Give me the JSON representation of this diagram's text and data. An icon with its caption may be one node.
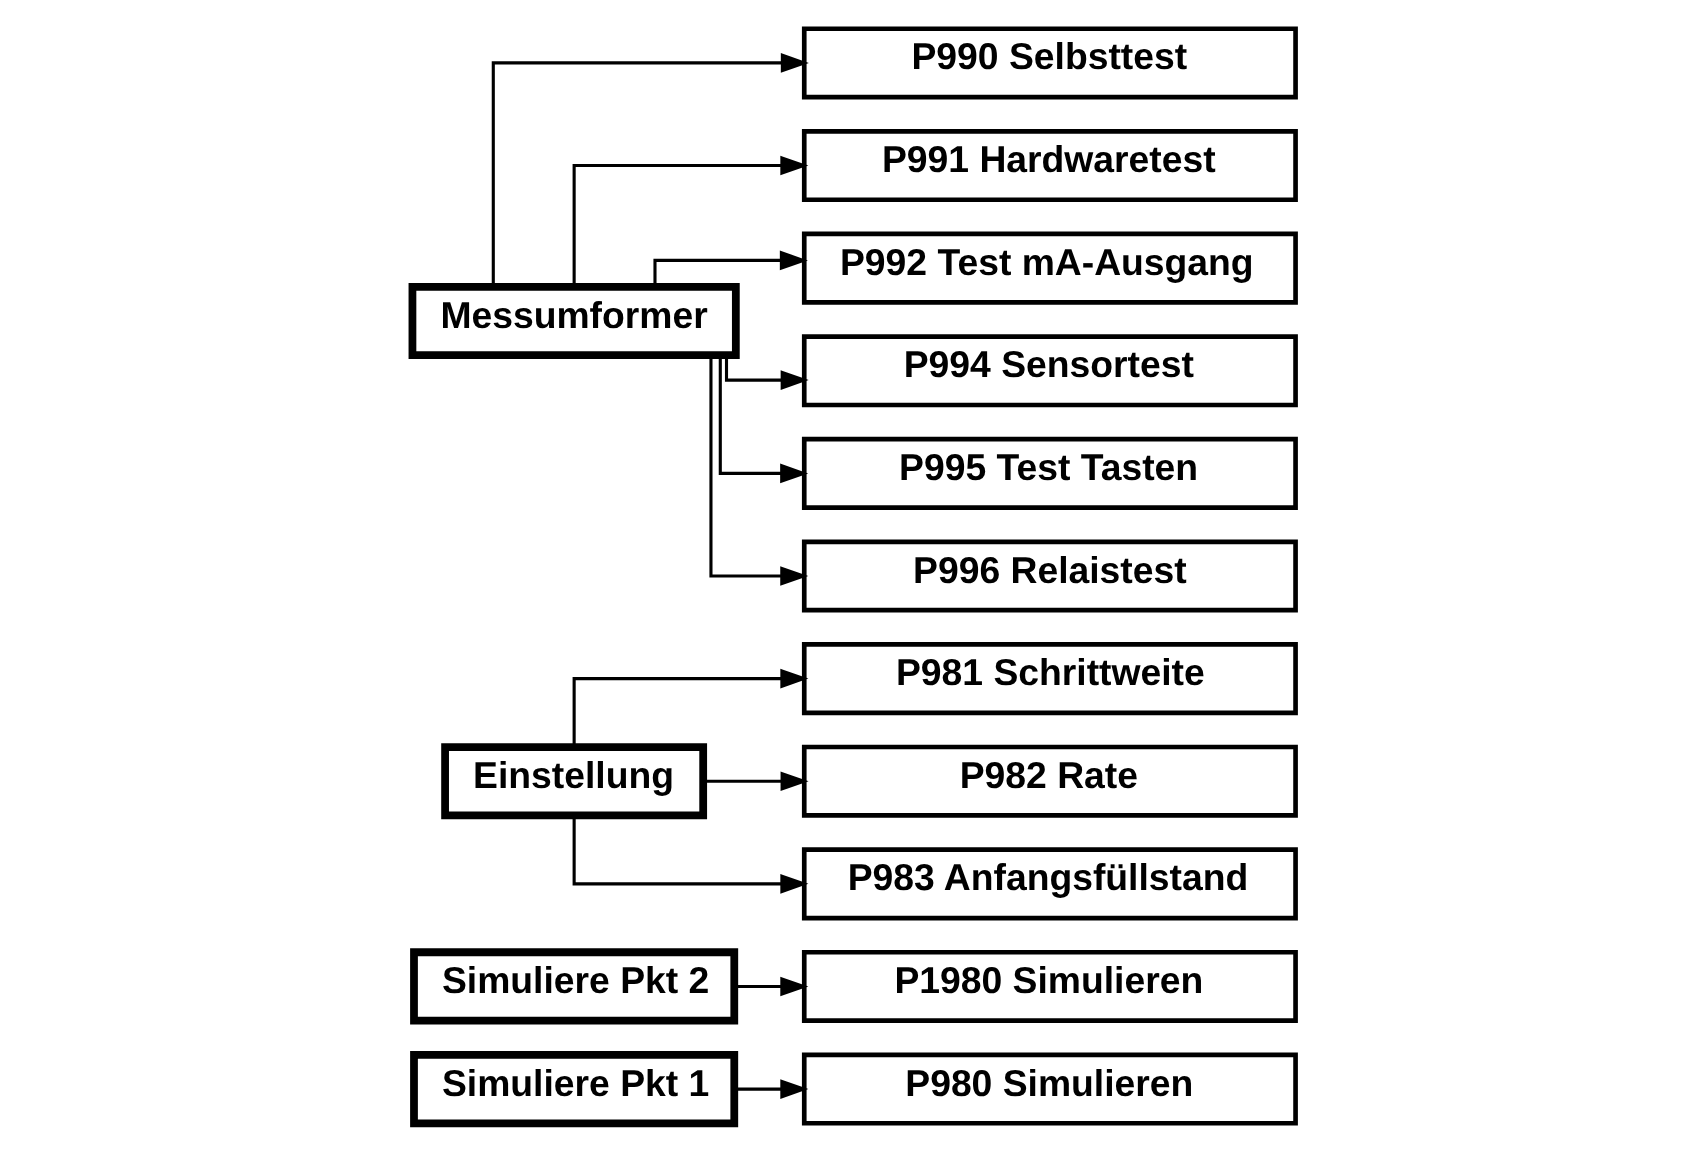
{
  "diagram": {
    "nodes": [
      {
        "text": [
          "Simuliere Pkt 1"
        ]
      },
      {
        "text": [
          "P980 Simulieren"
        ]
      },
      {
        "text": [
          "Simuliere Pkt 2"
        ]
      },
      {
        "text": [
          "P1980 Simulieren"
        ]
      },
      {
        "text": [
          "Einstellung"
        ]
      },
      {
        "text": [
          "P981 Schrittweite"
        ]
      },
      {
        "text": [
          "P982 Rate"
        ]
      },
      {
        "text": [
          "P983 Anfangsfüllstand"
        ]
      },
      {
        "text": [
          "Messumformer"
        ]
      },
      {
        "text": [
          "P990 Selbsttest"
        ]
      },
      {
        "text": [
          "P991 Hardwaretest"
        ]
      },
      {
        "text": [
          "P992 Test mA-Ausgang"
        ]
      },
      {
        "text": [
          "P994 Sensortest"
        ]
      },
      {
        "text": [
          "P995 Test Tasten"
        ]
      },
      {
        "text": [
          "P996 Relaistest"
        ]
      }
    ],
    "edges": [
      {
        "from": 0,
        "to": 1,
        "arrow": "to"
      },
      {
        "from": 2,
        "to": 3,
        "arrow": "to"
      },
      {
        "from": 4,
        "to": 5,
        "arrow": "to"
      },
      {
        "from": 4,
        "to": 6,
        "arrow": "to"
      },
      {
        "from": 4,
        "to": 7,
        "arrow": "to"
      },
      {
        "from": 8,
        "to": 9,
        "arrow": "to"
      },
      {
        "from": 8,
        "to": 10,
        "arrow": "to"
      },
      {
        "from": 8,
        "to": 11,
        "arrow": "to"
      },
      {
        "from": 8,
        "to": 12,
        "arrow": "to"
      },
      {
        "from": 8,
        "to": 13,
        "arrow": "to"
      },
      {
        "from": 8,
        "to": 14,
        "arrow": "to"
      }
    ]
  }
}
